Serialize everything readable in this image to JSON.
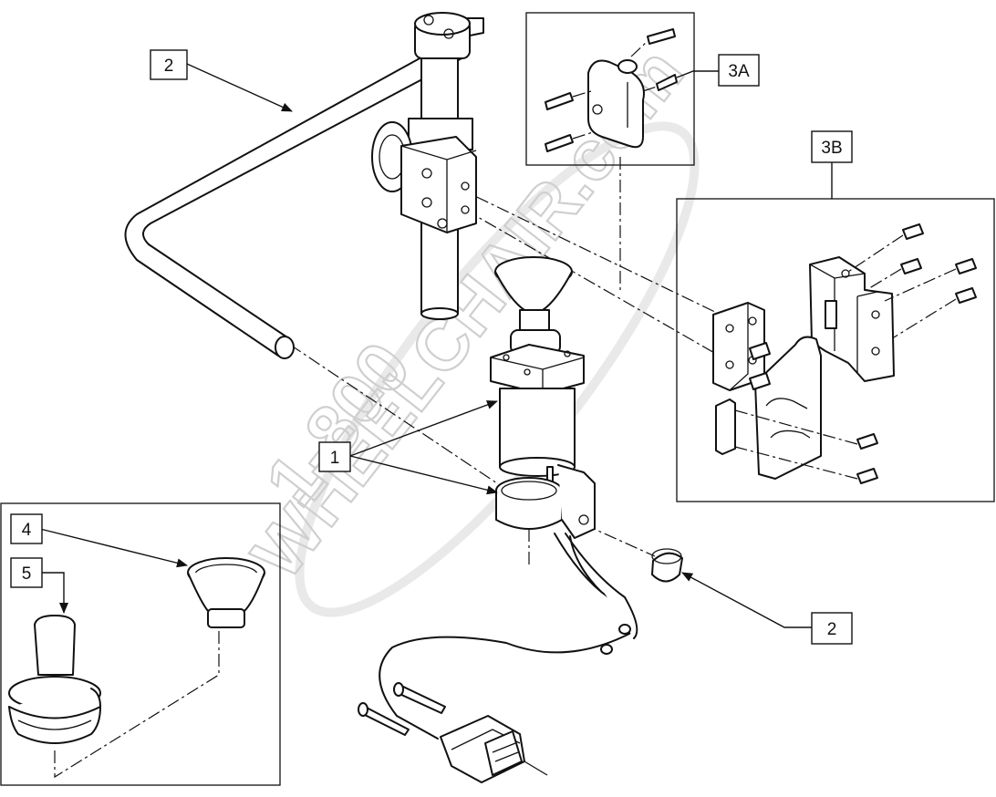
{
  "callouts": {
    "c1": "1",
    "c2_top": "2",
    "c2_bottom": "2",
    "c3a": "3A",
    "c3b": "3B",
    "c4": "4",
    "c5": "5"
  },
  "watermark": {
    "line1": "1-800",
    "line2": "WHEELCHAIR.com"
  },
  "colors": {
    "ink": "#111111",
    "watermark": "#cfcfcf",
    "background": "#ffffff"
  }
}
